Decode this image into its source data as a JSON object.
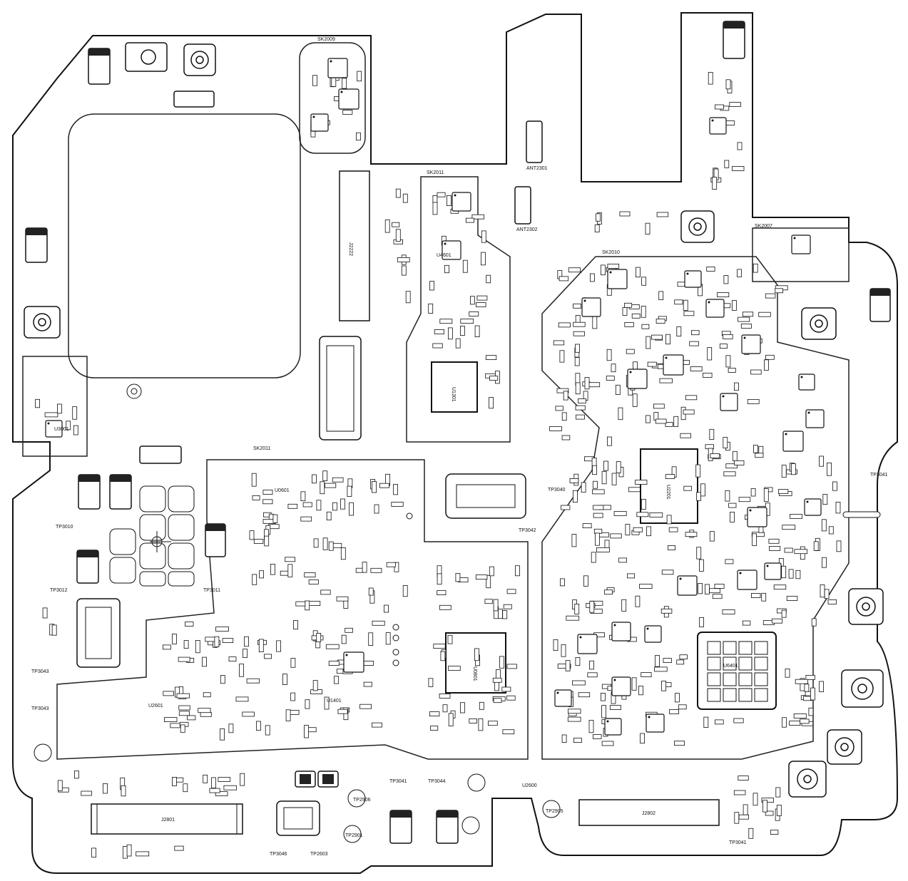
{
  "diagram": {
    "type": "pcb-silkscreen",
    "shield_labels": [
      "SK2009",
      "SK2011",
      "SK2010",
      "SK2011",
      "SK2007"
    ],
    "testpoints": [
      "TP3010",
      "TP3011",
      "TP3012",
      "TP3043",
      "TP3043",
      "TP3040",
      "TP3042",
      "TP3041",
      "TP3041",
      "TP3044",
      "TP2906",
      "TP2901",
      "TP3046",
      "TP2603",
      "TP2905",
      "TP3041"
    ],
    "connectors": [
      "J2801",
      "J2802",
      "J2222"
    ],
    "antenna_labels": [
      "ANT2301",
      "ANT2302"
    ],
    "ic_labels": [
      "U0801",
      "U2201",
      "U6401",
      "U4601",
      "U2600",
      "U2601",
      "U0601",
      "U1301",
      "U1401",
      "U3001"
    ],
    "colors": {
      "ink": "#111111",
      "paper": "#ffffff"
    }
  }
}
